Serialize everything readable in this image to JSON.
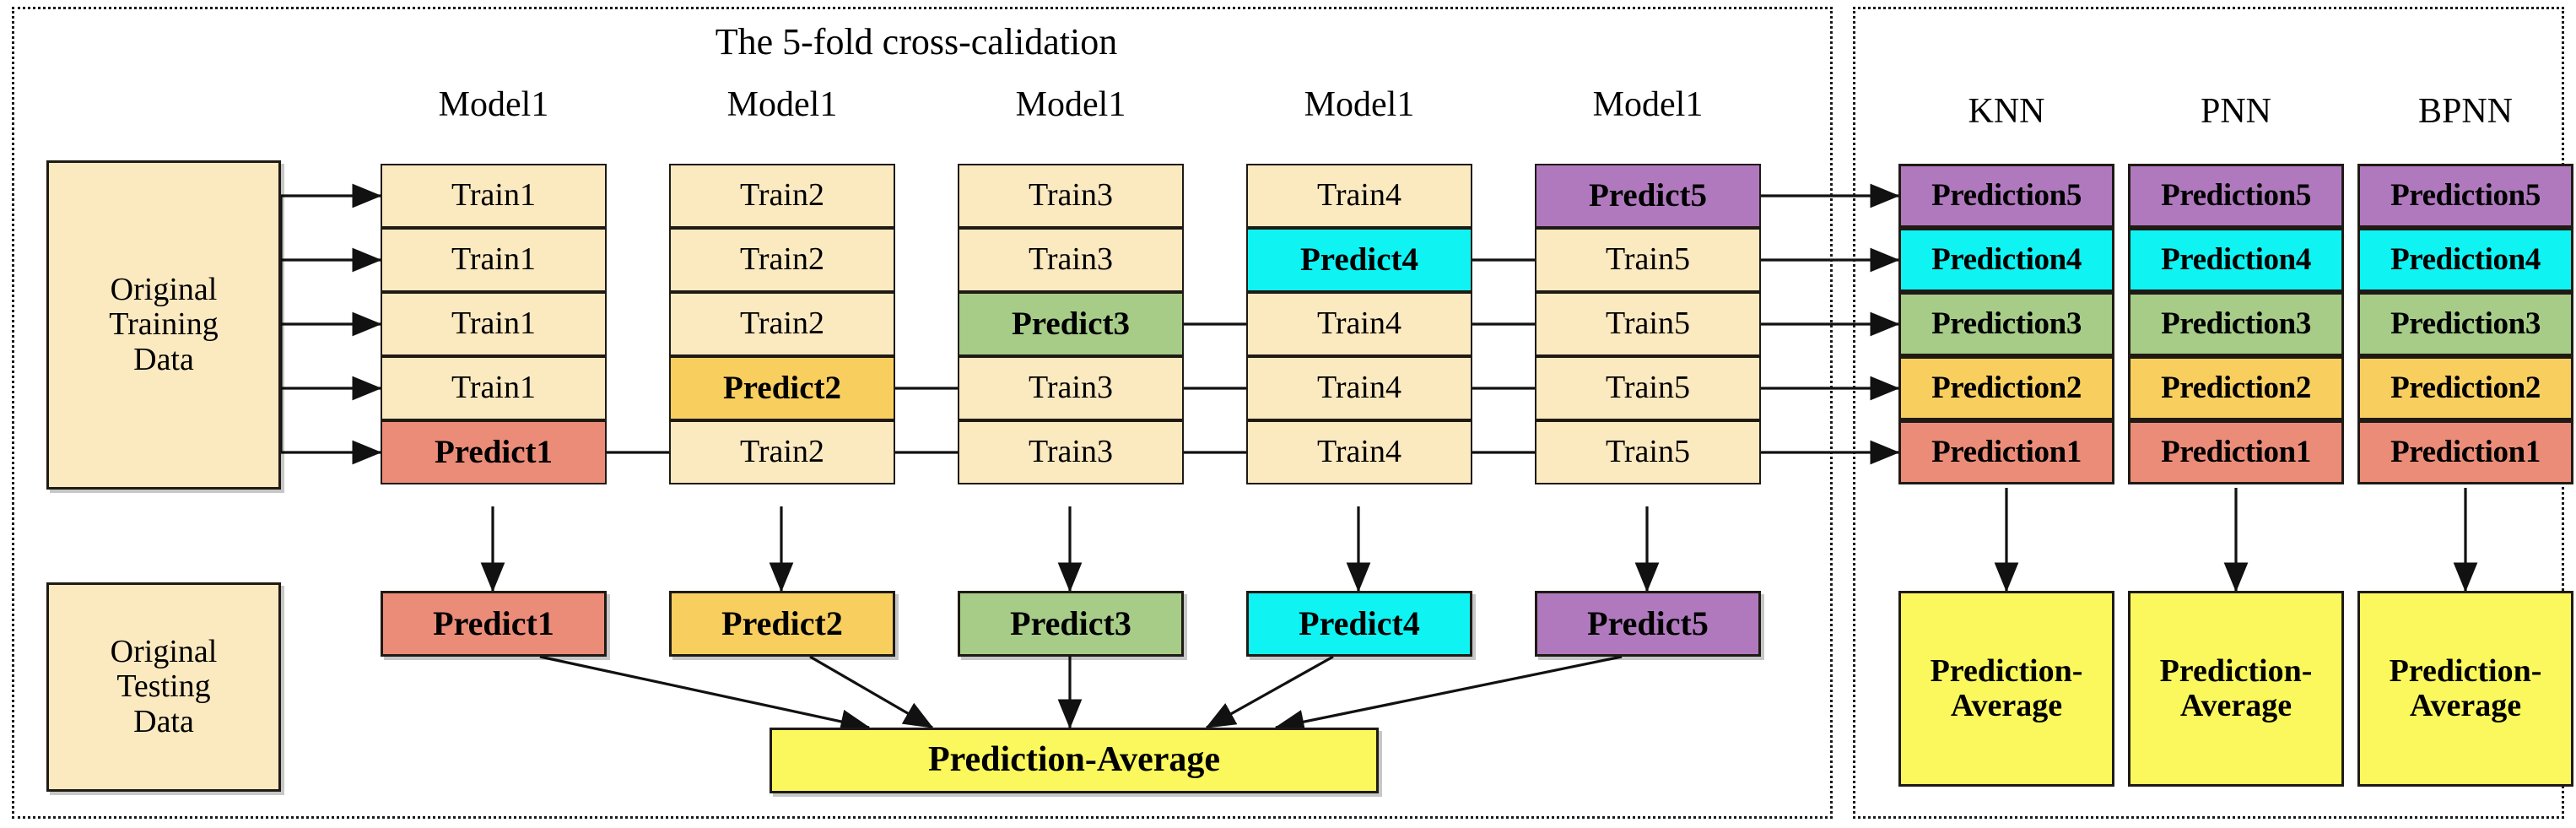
{
  "title": "The 5-fold cross-calidation",
  "left_panel": {
    "training_source": {
      "lines": [
        "Original",
        "Training",
        "Data"
      ]
    },
    "testing_source": {
      "lines": [
        "Original",
        "Testing",
        "Data"
      ]
    },
    "column_headers": [
      "Model1",
      "Model1",
      "Model1",
      "Model1",
      "Model1"
    ],
    "folds": [
      {
        "header": "Model1",
        "rows": [
          {
            "label": "Train1",
            "kind": "train"
          },
          {
            "label": "Train1",
            "kind": "train"
          },
          {
            "label": "Train1",
            "kind": "train"
          },
          {
            "label": "Train1",
            "kind": "train"
          },
          {
            "label": "Predict1",
            "kind": "predict",
            "color": "#EB8C79"
          }
        ]
      },
      {
        "header": "Model1",
        "rows": [
          {
            "label": "Train2",
            "kind": "train"
          },
          {
            "label": "Train2",
            "kind": "train"
          },
          {
            "label": "Train2",
            "kind": "train"
          },
          {
            "label": "Predict2",
            "kind": "predict",
            "color": "#F8CF5F"
          },
          {
            "label": "Train2",
            "kind": "train"
          }
        ]
      },
      {
        "header": "Model1",
        "rows": [
          {
            "label": "Train3",
            "kind": "train"
          },
          {
            "label": "Train3",
            "kind": "train"
          },
          {
            "label": "Predict3",
            "kind": "predict",
            "color": "#A6CC88"
          },
          {
            "label": "Train3",
            "kind": "train"
          },
          {
            "label": "Train3",
            "kind": "train"
          }
        ]
      },
      {
        "header": "Model1",
        "rows": [
          {
            "label": "Train4",
            "kind": "train"
          },
          {
            "label": "Predict4",
            "kind": "predict",
            "color": "#0FF3F3"
          },
          {
            "label": "Train4",
            "kind": "train"
          },
          {
            "label": "Train4",
            "kind": "train"
          },
          {
            "label": "Train4",
            "kind": "train"
          }
        ]
      },
      {
        "header": "Model1",
        "rows": [
          {
            "label": "Predict5",
            "kind": "predict",
            "color": "#B079BE"
          },
          {
            "label": "Train5",
            "kind": "train"
          },
          {
            "label": "Train5",
            "kind": "train"
          },
          {
            "label": "Train5",
            "kind": "train"
          },
          {
            "label": "Train5",
            "kind": "train"
          }
        ]
      }
    ],
    "predict_boxes": [
      {
        "label": "Predict1",
        "color": "#EB8C79"
      },
      {
        "label": "Predict2",
        "color": "#F8CF5F"
      },
      {
        "label": "Predict3",
        "color": "#A6CC88"
      },
      {
        "label": "Predict4",
        "color": "#0FF3F3"
      },
      {
        "label": "Predict5",
        "color": "#B079BE"
      }
    ],
    "average_box": {
      "label": "Prediction-Average",
      "color": "#FAF85C"
    }
  },
  "right_panel": {
    "column_headers": [
      "KNN",
      "PNN",
      "BPNN"
    ],
    "rows": [
      {
        "label": "Prediction5",
        "color": "#B079BE"
      },
      {
        "label": "Prediction4",
        "color": "#0FF3F3"
      },
      {
        "label": "Prediction3",
        "color": "#A6CC88"
      },
      {
        "label": "Prediction2",
        "color": "#F8CF5F"
      },
      {
        "label": "Prediction1",
        "color": "#EB8C79"
      }
    ],
    "average_boxes": [
      {
        "line1": "Prediction-",
        "line2": "Average",
        "color": "#FAF85C"
      },
      {
        "line1": "Prediction-",
        "line2": "Average",
        "color": "#FAF85C"
      },
      {
        "line1": "Prediction-",
        "line2": "Average",
        "color": "#FAF85C"
      }
    ]
  },
  "palette": {
    "cream": "#FBE9C0",
    "fold1": "#EB8C79",
    "fold2": "#F8CF5F",
    "fold3": "#A6CC88",
    "fold4": "#0FF3F3",
    "fold5": "#B079BE",
    "average": "#FAF85C",
    "stroke": "#1f1a14"
  }
}
